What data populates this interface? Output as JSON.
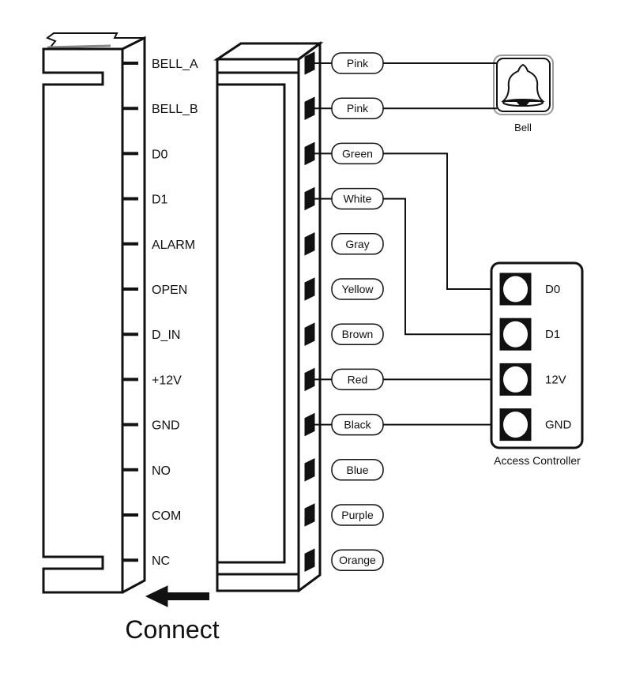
{
  "terminals": [
    "BELL_A",
    "BELL_B",
    "D0",
    "D1",
    "ALARM",
    "OPEN",
    "D_IN",
    "+12V",
    "GND",
    "NO",
    "COM",
    "NC"
  ],
  "wires": [
    "Pink",
    "Pink",
    "Green",
    "White",
    "Gray",
    "Yellow",
    "Brown",
    "Red",
    "Black",
    "Blue",
    "Purple",
    "Orange"
  ],
  "bell": {
    "label": "Bell",
    "icon": "bell-icon"
  },
  "controller": {
    "label": "Access Controller",
    "ports": [
      "D0",
      "D1",
      "12V",
      "GND"
    ]
  },
  "connect_label": "Connect",
  "colors": {
    "line": "#111111",
    "background": "#ffffff"
  }
}
